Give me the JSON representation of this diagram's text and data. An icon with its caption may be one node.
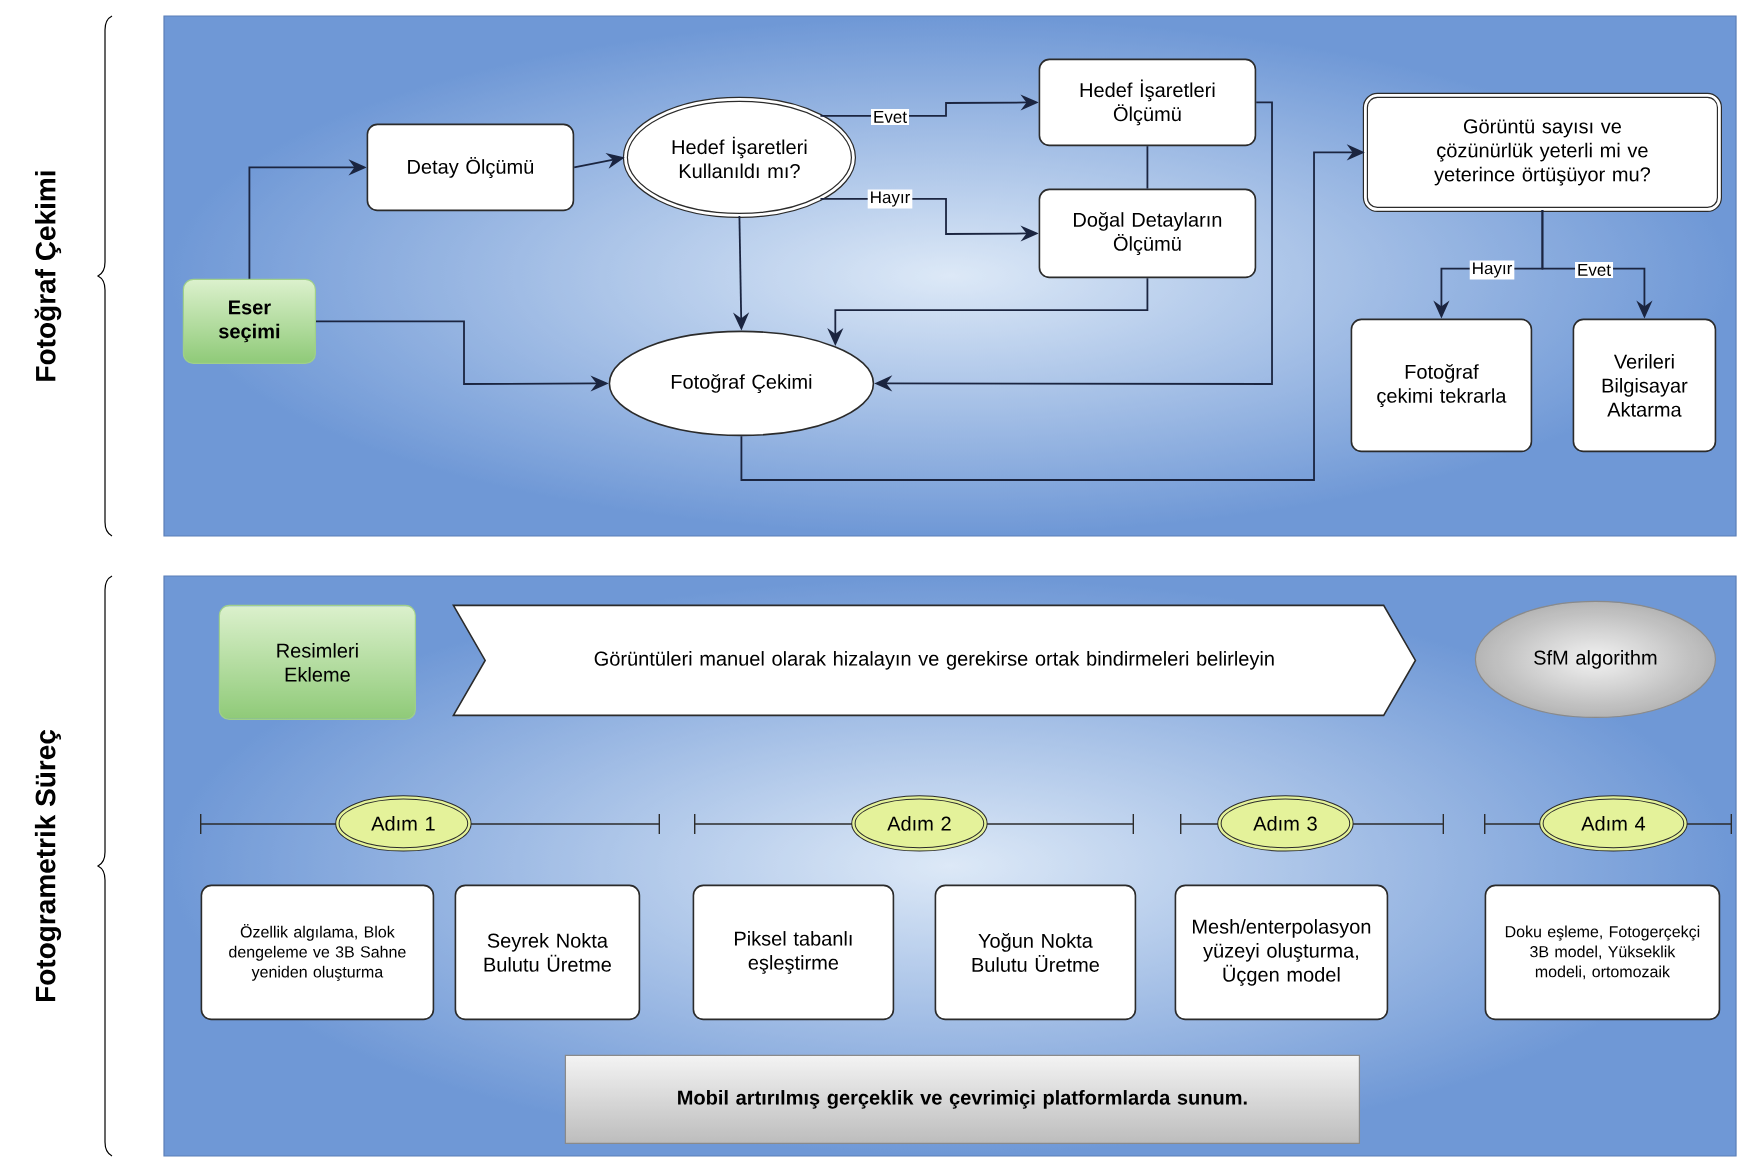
{
  "diagram": {
    "nodes": [
      {
        "text": [
          "Fotoğraf Çekimi"
        ]
      },
      {
        "text": [
          "Eser seçimi"
        ],
        "in": 0
      },
      {
        "text": [
          "Detay Ölçümü"
        ],
        "in": 0
      },
      {
        "text": [
          "Hedef İşaretleri Kullanıldı mı?"
        ],
        "in": 0
      },
      {
        "text": [
          "Hedef İşaretleri Ölçümü"
        ],
        "in": 0
      },
      {
        "text": [
          "Doğal Detayların Ölçümü"
        ],
        "in": 0
      },
      {
        "text": [
          "Fotoğraf Çekimi"
        ],
        "in": 0
      },
      {
        "text": [
          "Görüntü sayısı ve çözünürlük yeterli mi ve yeterince örtüşüyor mu?"
        ],
        "in": 0
      },
      {
        "text": [
          "Fotoğraf çekimi tekrarla"
        ],
        "in": 0
      },
      {
        "text": [
          "Verileri Bilgisayar Aktarma"
        ],
        "in": 0
      },
      {
        "text": [
          "Fotogrametrik Süreç"
        ]
      },
      {
        "text": [
          "Resimleri Ekleme"
        ],
        "in": 10
      },
      {
        "text": [
          "Görüntüleri manuel olarak hizalayın ve gerekirse ortak bindirmeleri belirleyin"
        ],
        "in": 10
      },
      {
        "text": [
          "SfM algorithm"
        ],
        "in": 10
      },
      {
        "text": [
          "Adım 1"
        ],
        "in": 10
      },
      {
        "text": [
          "Adım 2"
        ],
        "in": 10
      },
      {
        "text": [
          "Adım 3"
        ],
        "in": 10
      },
      {
        "text": [
          "Adım 4"
        ],
        "in": 10
      },
      {
        "text": [
          "Özellik algılama, Blok dengeleme ve 3B Sahne yeniden oluşturma"
        ],
        "in": 10
      },
      {
        "text": [
          "Seyrek Nokta Bulutu Üretme"
        ],
        "in": 10
      },
      {
        "text": [
          "Piksel tabanlı eşleştirme"
        ],
        "in": 10
      },
      {
        "text": [
          "Yoğun Nokta Bulutu Üretme"
        ],
        "in": 10
      },
      {
        "text": [
          "Mesh/enterpolasyon yüzeyi oluşturma, Üçgen model"
        ],
        "in": 10
      },
      {
        "text": [
          "Doku eşleme, Fotogerçekçi 3B model, Yükseklik modeli, ortomozaik"
        ],
        "in": 10
      },
      {
        "text": [
          "Mobil artırılmış gerçeklik ve çevrimiçi platformlarda sunum."
        ],
        "in": 10
      }
    ],
    "edges": [
      {
        "from": 1,
        "to": 2,
        "arrow": "to"
      },
      {
        "from": 2,
        "to": 3,
        "arrow": "to"
      },
      {
        "from": 3,
        "to": 4,
        "arrow": "to",
        "label": "Evet"
      },
      {
        "from": 3,
        "to": 5,
        "arrow": "to",
        "label": "Hayır"
      },
      {
        "from": 3,
        "to": 6,
        "arrow": "to"
      },
      {
        "from": 1,
        "to": 6,
        "arrow": "to"
      },
      {
        "from": 4,
        "to": 6,
        "arrow": "to"
      },
      {
        "from": 5,
        "to": 6,
        "arrow": "to"
      },
      {
        "from": 4,
        "to": 5,
        "arrow": "none"
      },
      {
        "from": 6,
        "to": 7,
        "arrow": "to"
      },
      {
        "from": 7,
        "to": 8,
        "arrow": "to",
        "label": "Hayır"
      },
      {
        "from": 7,
        "to": 9,
        "arrow": "to",
        "label": "Evet"
      }
    ]
  }
}
